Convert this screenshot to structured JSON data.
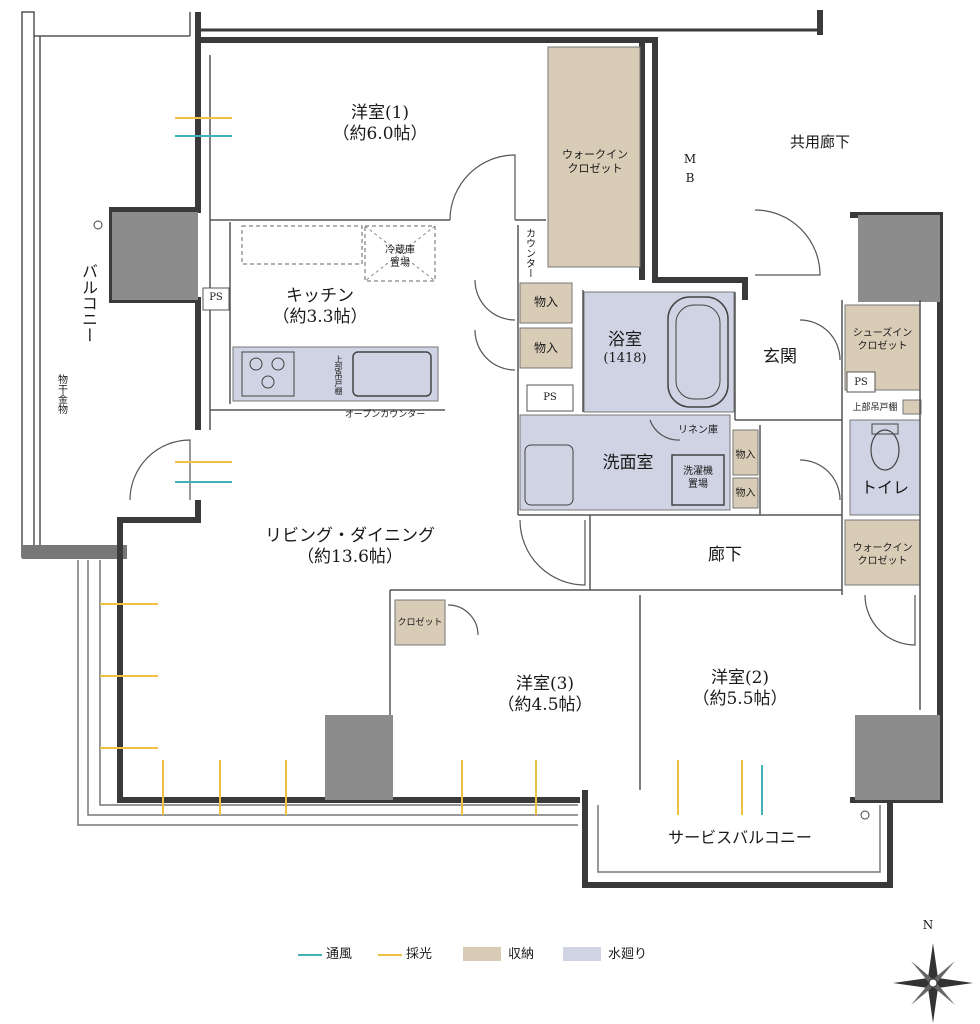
{
  "colors": {
    "wall": "#3a3a3a",
    "column": "#8c8c8c",
    "storage": "#d8ccb6",
    "walk_in": "#d9cdb3",
    "water": "#cfd3e3",
    "wind": "#3fb3b8",
    "light": "#f0c040"
  },
  "rooms": {
    "western1": {
      "name": "洋室(1)",
      "size": "（約6.0帖）"
    },
    "walk_in_closet1": "ウォークイン\nクロゼット",
    "mb": "M\nB",
    "common_corridor": "共用廊下",
    "counter": "カウンター",
    "fridge": "冷蔵庫\n置場",
    "kitchen": {
      "name": "キッチン",
      "size": "（約3.3帖）"
    },
    "ps1": "PS",
    "upper_cabinet": "上部吊戸棚",
    "open_counter": "オープンカウンター",
    "storage1": "物入",
    "storage2": "物入",
    "bath": {
      "name": "浴室",
      "size": "(1418)"
    },
    "ps2": "PS",
    "entrance": "玄関",
    "shoes_closet": "シューズイン\nクロゼット",
    "ps3": "PS",
    "upper_cabinet2": "上部吊戸棚",
    "linen": "リネン庫",
    "washroom": "洗面室",
    "washer": "洗濯機\n置場",
    "storage3": "物入",
    "storage4": "物入",
    "toilet": "トイレ",
    "balcony": "バルコニー",
    "laundry_hardware": "物干金物",
    "living": {
      "name": "リビング・ダイニング",
      "size": "（約13.6帖）"
    },
    "hallway": "廊下",
    "walk_in_closet2": "ウォークイン\nクロゼット",
    "closet": "クロゼット",
    "western3": {
      "name": "洋室(3)",
      "size": "（約4.5帖）"
    },
    "western2": {
      "name": "洋室(2)",
      "size": "（約5.5帖）"
    },
    "service_balcony": "サービスバルコニー"
  },
  "legend": {
    "items": [
      {
        "label": "通風",
        "kind": "wind"
      },
      {
        "label": "採光",
        "kind": "light"
      },
      {
        "label": "収納",
        "kind": "storage"
      },
      {
        "label": "水廻り",
        "kind": "water"
      }
    ]
  },
  "compass": {
    "north_label": "N"
  }
}
